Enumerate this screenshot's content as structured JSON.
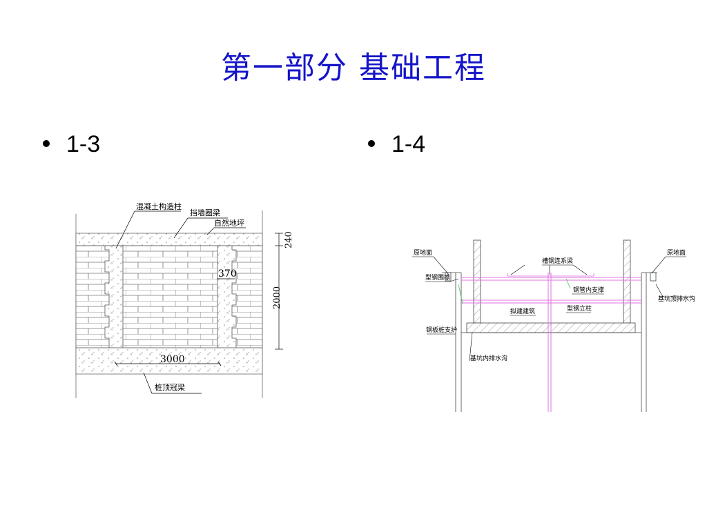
{
  "slide": {
    "title": "第一部分   基础工程"
  },
  "bullets": [
    {
      "label": "1-3"
    },
    {
      "label": "1-4"
    }
  ],
  "figure_1_3": {
    "labels": {
      "concrete_column": "混凝土构造柱",
      "ring_beam": "挡墙圈梁",
      "ground_slab": "自然地坪",
      "pile_cap_beam": "桩顶冠梁"
    },
    "dimensions": {
      "d240": "240",
      "d370": "370",
      "d2000": "2000",
      "d3000": "3000"
    }
  },
  "figure_1_4": {
    "labels": {
      "ground_left": "原地面",
      "ground_right": "原地面",
      "channel_beam": "槽钢连系梁",
      "waler": "型钢围檩",
      "pipe_brace": "钢管内支撑",
      "top_drain": "基坑顶排水沟",
      "column": "型钢立柱",
      "building": "拟建建筑",
      "sheet_pile": "钢板桩支护",
      "inner_drain": "基坑内排水沟"
    }
  }
}
